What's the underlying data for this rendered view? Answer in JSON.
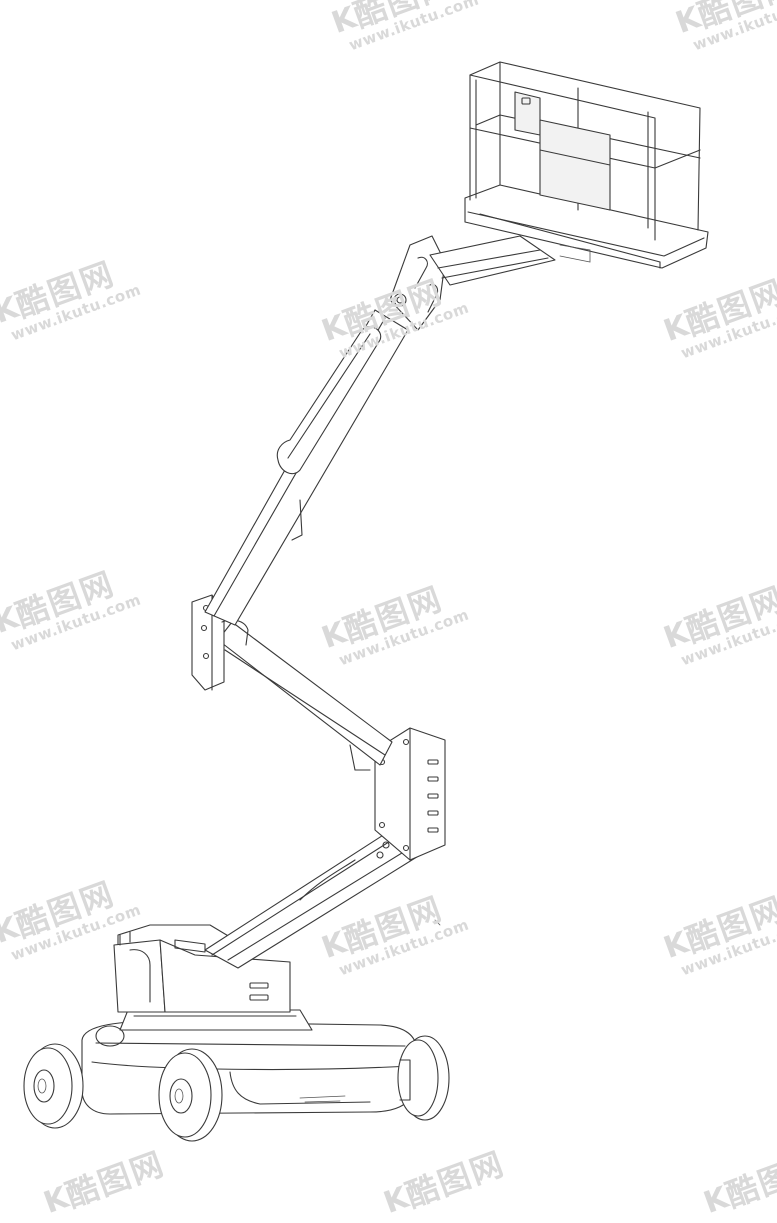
{
  "watermark": {
    "logo_glyph": "K",
    "brand": "酷图网",
    "site": "www.ikutu.com",
    "color": "#d9d9d9"
  },
  "drawing": {
    "subject": "articulating-boom-lift-icon",
    "line_color": "#3a3a3a",
    "background": "#ffffff"
  }
}
